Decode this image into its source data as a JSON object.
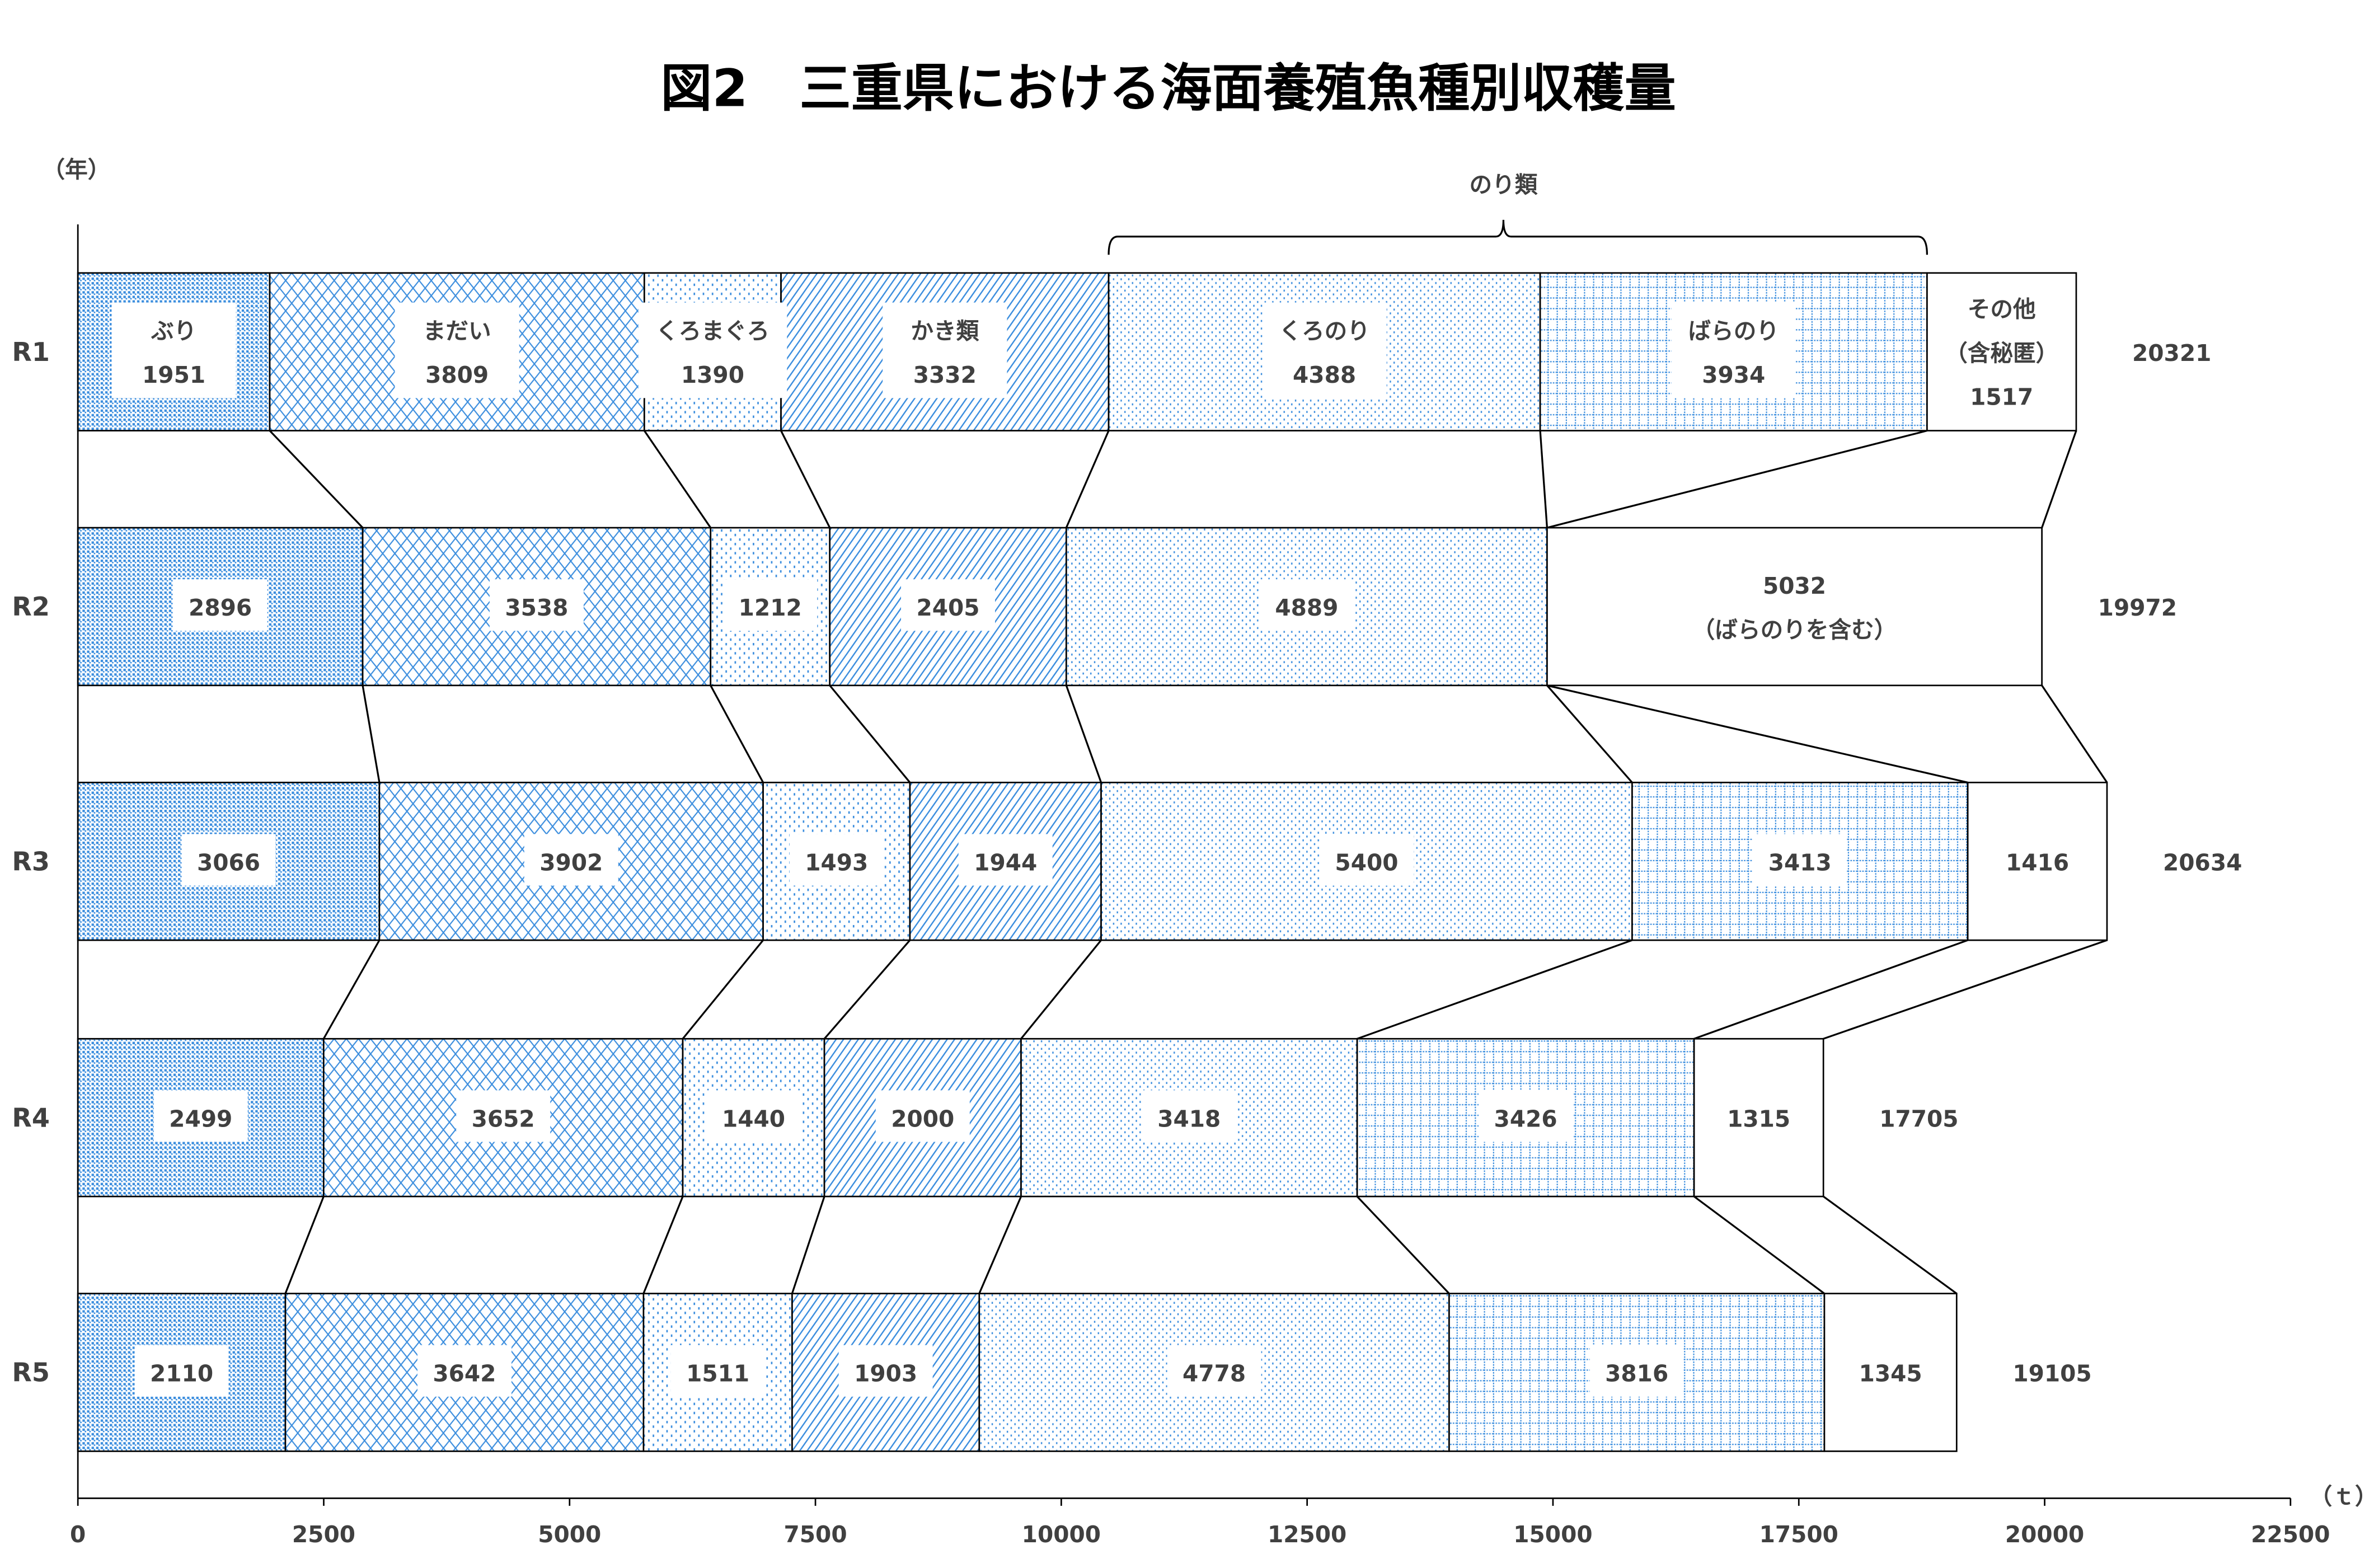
{
  "chart_data": {
    "type": "bar",
    "orientation": "horizontal-stacked",
    "title": "図2　三重県における海面養殖魚種別収穫量",
    "ylabel": "（年）",
    "xlabel": "（ｔ）",
    "xlim": [
      0,
      22500
    ],
    "xticks": [
      0,
      2500,
      5000,
      7500,
      10000,
      12500,
      15000,
      17500,
      20000,
      22500
    ],
    "bracket_label": "のり類",
    "categories": [
      "R1",
      "R2",
      "R3",
      "R4",
      "R5"
    ],
    "series_names": {
      "buri": "ぶり",
      "madai": "まだい",
      "kuromaguro": "くろまぐろ",
      "kaki": "かき類",
      "kuronori": "くろのり",
      "baranori": "ばらのり",
      "other": "その他",
      "other_note": "（含秘匿）"
    },
    "r2_combined_note": "（ばらのりを含む）",
    "colors": {
      "pattern": "#3c8ede",
      "line": "#000000",
      "text": "#404040"
    },
    "rows": [
      {
        "year": "R1",
        "total": 20321,
        "segments": [
          {
            "key": "buri",
            "value": 1951
          },
          {
            "key": "madai",
            "value": 3809
          },
          {
            "key": "kuromaguro",
            "value": 1390
          },
          {
            "key": "kaki",
            "value": 3332
          },
          {
            "key": "kuronori",
            "value": 4388
          },
          {
            "key": "baranori",
            "value": 3934
          },
          {
            "key": "other",
            "value": 1517
          }
        ]
      },
      {
        "year": "R2",
        "total": 19972,
        "segments": [
          {
            "key": "buri",
            "value": 2896
          },
          {
            "key": "madai",
            "value": 3538
          },
          {
            "key": "kuromaguro",
            "value": 1212
          },
          {
            "key": "kaki",
            "value": 2405
          },
          {
            "key": "kuronori",
            "value": 4889
          },
          {
            "key": "other",
            "value": 5032,
            "combined": true
          }
        ]
      },
      {
        "year": "R3",
        "total": 20634,
        "segments": [
          {
            "key": "buri",
            "value": 3066
          },
          {
            "key": "madai",
            "value": 3902
          },
          {
            "key": "kuromaguro",
            "value": 1493
          },
          {
            "key": "kaki",
            "value": 1944
          },
          {
            "key": "kuronori",
            "value": 5400
          },
          {
            "key": "baranori",
            "value": 3413
          },
          {
            "key": "other",
            "value": 1416
          }
        ]
      },
      {
        "year": "R4",
        "total": 17705,
        "segments": [
          {
            "key": "buri",
            "value": 2499
          },
          {
            "key": "madai",
            "value": 3652
          },
          {
            "key": "kuromaguro",
            "value": 1440
          },
          {
            "key": "kaki",
            "value": 2000
          },
          {
            "key": "kuronori",
            "value": 3418
          },
          {
            "key": "baranori",
            "value": 3426
          },
          {
            "key": "other",
            "value": 1315
          }
        ]
      },
      {
        "year": "R5",
        "total": 19105,
        "segments": [
          {
            "key": "buri",
            "value": 2110
          },
          {
            "key": "madai",
            "value": 3642
          },
          {
            "key": "kuromaguro",
            "value": 1511
          },
          {
            "key": "kaki",
            "value": 1903
          },
          {
            "key": "kuronori",
            "value": 4778
          },
          {
            "key": "baranori",
            "value": 3816
          },
          {
            "key": "other",
            "value": 1345
          }
        ]
      }
    ]
  }
}
